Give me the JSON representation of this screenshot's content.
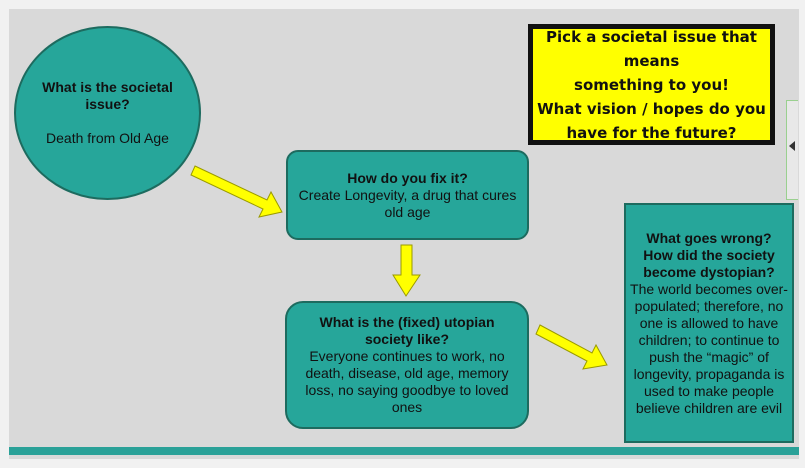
{
  "prompt": {
    "lines": [
      "Pick a societal issue that means",
      "something to you!",
      "What vision / hopes do you",
      "have for the future?"
    ]
  },
  "issue": {
    "title": "What is the societal issue?",
    "answer": "Death from Old Age"
  },
  "fix": {
    "title": "How do you fix it?",
    "answer": "Create Longevity, a drug that cures old age"
  },
  "utopia": {
    "title": "What is the (fixed) utopian society like?",
    "answer": "Everyone continues to work, no death, disease, old age, memory loss, no saying goodbye to loved ones"
  },
  "dystopia": {
    "title": "What goes wrong? How did the society become dystopian?",
    "answer": "The world becomes over-populated; therefore, no one is allowed to have children; to continue to push the “magic” of longevity, propaganda is used to make people believe children are evil"
  },
  "colors": {
    "node_fill": "#26a69a",
    "node_border": "#1d6b5f",
    "arrow_fill": "#ffff00",
    "prompt_fill": "#ffff00"
  }
}
